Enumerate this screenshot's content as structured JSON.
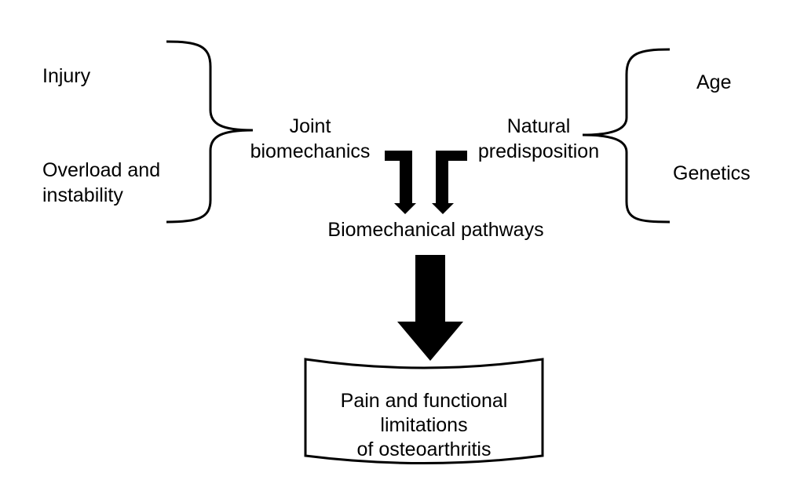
{
  "left_factors": {
    "injury": "Injury",
    "overload_line1": "Overload and",
    "overload_line2": "instability"
  },
  "joint_biomechanics": {
    "line1": "Joint",
    "line2": "biomechanics"
  },
  "natural_predisposition": {
    "line1": "Natural",
    "line2": "predisposition"
  },
  "right_factors": {
    "age": "Age",
    "genetics": "Genetics"
  },
  "pathways": "Biomechanical pathways",
  "outcome": {
    "line1": "Pain and functional",
    "line2": "limitations",
    "line3": "of osteoarthritis"
  }
}
